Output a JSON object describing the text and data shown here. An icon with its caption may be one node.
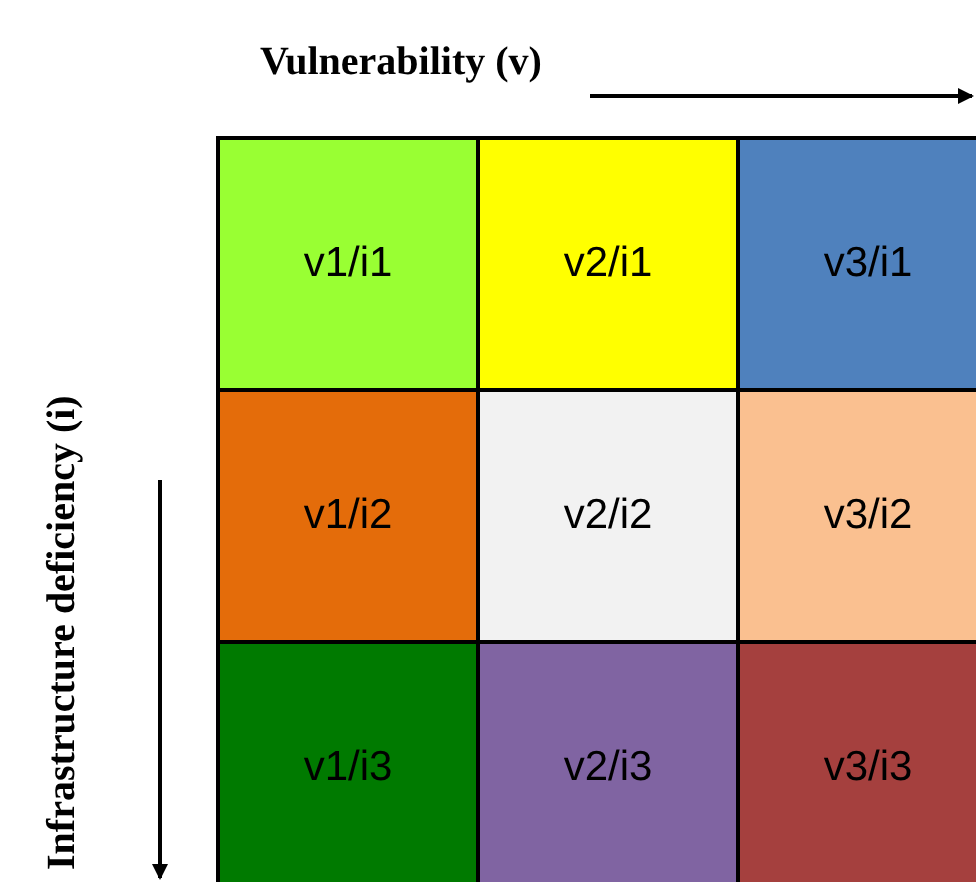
{
  "diagram": {
    "nodes": [
      {
        "text": [
          "v1/i1"
        ]
      },
      {
        "text": [
          "v2/i1"
        ]
      },
      {
        "text": [
          "v3/i1"
        ]
      },
      {
        "text": [
          "v1/i2"
        ]
      },
      {
        "text": [
          "v2/i2"
        ]
      },
      {
        "text": [
          "v3/i2"
        ]
      },
      {
        "text": [
          "v1/i3"
        ]
      },
      {
        "text": [
          "v2/i3"
        ]
      },
      {
        "text": [
          "v3/i3"
        ]
      }
    ],
    "labels": [
      "Vulnerability (v)",
      "Infrastructure deficiency (i)"
    ]
  }
}
